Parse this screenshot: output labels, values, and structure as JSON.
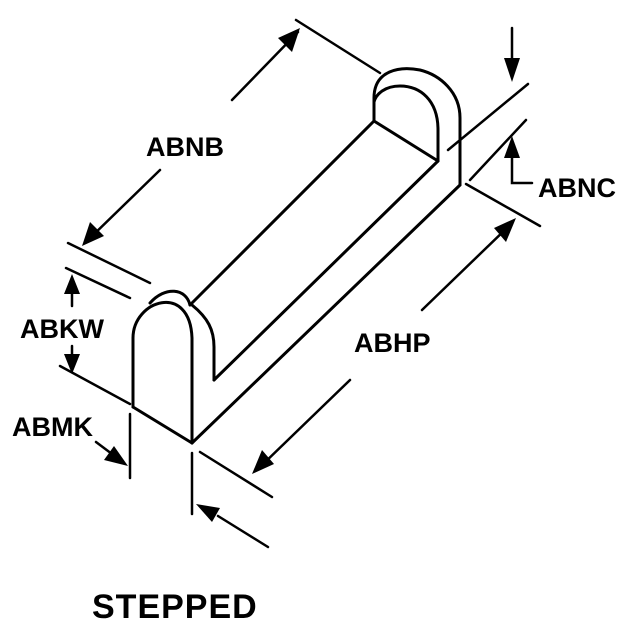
{
  "labels": {
    "abnb": "ABNB",
    "abnc": "ABNC",
    "abkw": "ABKW",
    "abhp": "ABHP",
    "abmk": "ABMK"
  },
  "title": "STEPPED"
}
